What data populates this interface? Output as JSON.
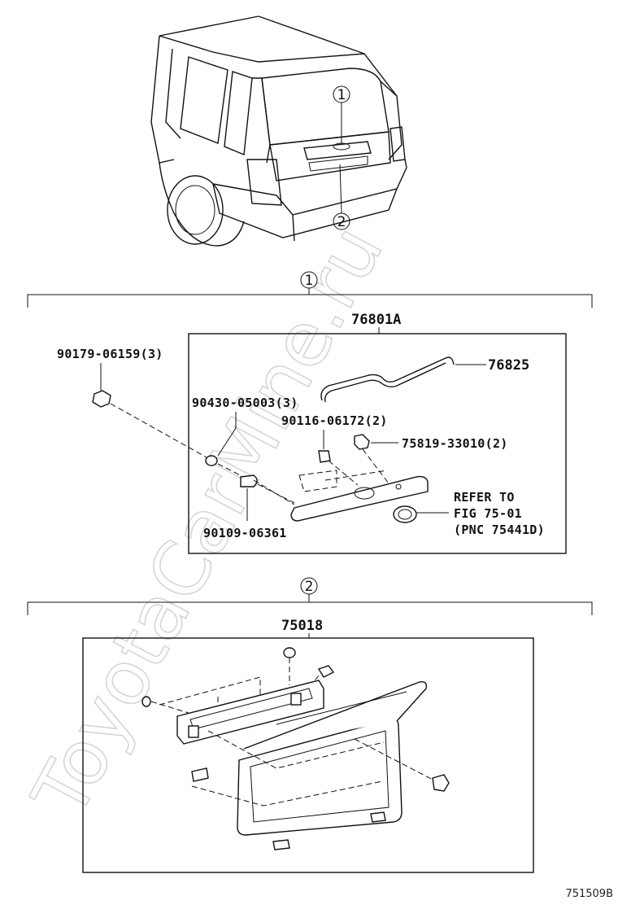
{
  "watermark": "ToyotaCarMine.ru",
  "drawing_number": "751509B",
  "callouts": {
    "one": "1",
    "two": "2"
  },
  "section1": {
    "label": "1",
    "assembly": "76801A",
    "parts": {
      "p90179": "90179-06159(3)",
      "p90430": "90430-05003(3)",
      "p90116": "90116-06172(2)",
      "p76825": "76825",
      "p75819": "75819-33010(2)",
      "p90109": "90109-06361",
      "refer_line1": "REFER TO",
      "refer_line2": "FIG 75-01",
      "refer_line3": "(PNC 75441D)"
    }
  },
  "section2": {
    "label": "2",
    "assembly": "75018"
  }
}
